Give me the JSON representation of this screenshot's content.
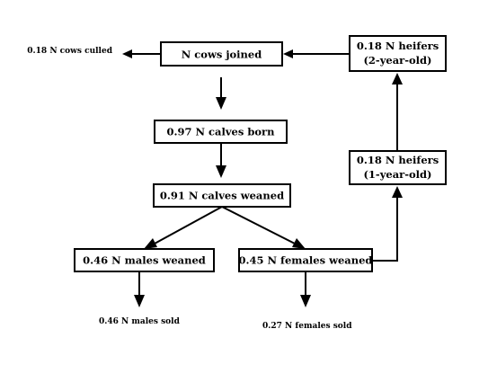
{
  "boxes": {
    "cows_joined": "N cows joined",
    "calves_born": "0.97 N calves born",
    "calves_weaned": "0.91 N calves weaned",
    "males_weaned": "0.46 N males weaned",
    "females_weaned": "0.45 N females weaned",
    "heifers_1yr": {
      "line1": "0.18 N heifers",
      "line2": "(1-year-old)"
    },
    "heifers_2yr": {
      "line1": "0.18 N heifers",
      "line2": "(2-year-old)"
    }
  },
  "outputs": {
    "cows_culled": "0.18 N cows culled",
    "males_sold": "0.46 N males sold",
    "females_sold": "0.27 N females sold"
  },
  "colors": {
    "stroke": "#000000",
    "background": "#ffffff"
  }
}
